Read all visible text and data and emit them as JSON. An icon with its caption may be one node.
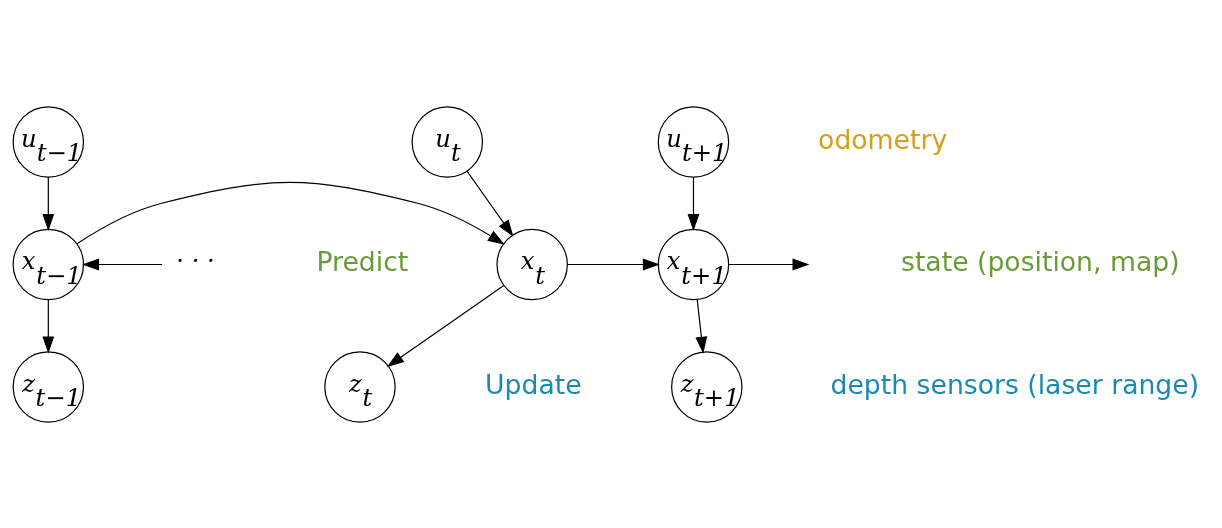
{
  "diagram": {
    "nodes": [
      {
        "text": [
          "u$_{t−1}$"
        ]
      },
      {
        "text": [
          "u$_{t}$"
        ]
      },
      {
        "text": [
          "u$_{t+1}$"
        ]
      },
      {
        "text": [
          "· · ·"
        ]
      },
      {
        "text": [
          "x$_{t−1}$"
        ]
      },
      {
        "text": [
          "x$_{t}$"
        ]
      },
      {
        "text": [
          "x$_{t+1}$"
        ]
      },
      {
        "text": [
          "z$_{t−1}$"
        ]
      },
      {
        "text": [
          "z$_{t}$"
        ]
      },
      {
        "text": [
          "z$_{t+1}$"
        ]
      }
    ],
    "edges": [
      {
        "from": 0,
        "to": 4,
        "arrow": "to"
      },
      {
        "from": 1,
        "to": 5,
        "arrow": "to"
      },
      {
        "from": 2,
        "to": 6,
        "arrow": "to"
      },
      {
        "from": 3,
        "to": 4,
        "arrow": "to"
      },
      {
        "from": 4,
        "to": 5,
        "arrow": "to"
      },
      {
        "from": 5,
        "to": 6,
        "arrow": "to"
      },
      {
        "from": 6,
        "to": null,
        "arrow": "to"
      },
      {
        "from": 4,
        "to": 7,
        "arrow": "to"
      },
      {
        "from": 5,
        "to": 8,
        "arrow": "to"
      },
      {
        "from": 6,
        "to": 9,
        "arrow": "to"
      }
    ],
    "labels": [
      "odometry",
      "state (position, map)",
      "Predict",
      "Update",
      "depth sensors (laser range)"
    ]
  }
}
